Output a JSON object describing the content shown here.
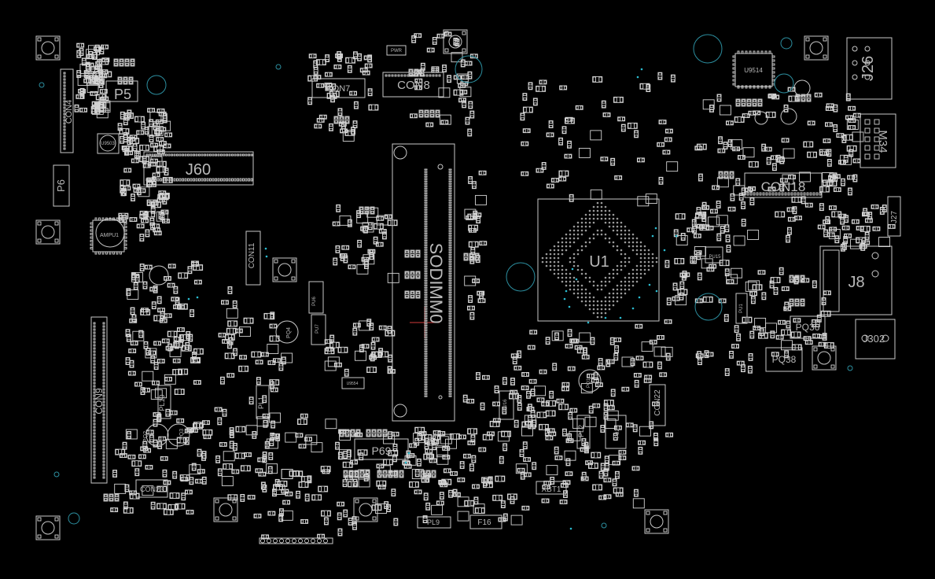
{
  "board": {
    "background": "#000000",
    "outline_color": "#c8c8c8",
    "pad_color": "#d4d4d4",
    "mount_hole_color": "#2c8fa0",
    "via_color": "#2bbcd0",
    "pin_one_color": "#d23a3a"
  },
  "labels": {
    "u1": "U1",
    "sodimm": "SODIMM0",
    "j60": "J60",
    "con18": "CON18",
    "con8": "CON8",
    "con7": "CON7",
    "con4": "CON4",
    "con9": "CON9",
    "con11": "CON11",
    "con22": "CON22",
    "con23": "CON23",
    "p5": "P5",
    "p6": "P6",
    "p69": "P69",
    "j26": "J26",
    "j27": "J27",
    "j8": "J8",
    "j302": "J302",
    "m34": "M34",
    "u9514": "U9514",
    "pq36": "PQ36",
    "pq38": "PQ38",
    "xbt1": "XBT1",
    "pl9": "PL9",
    "pl10": "PL10",
    "pl1": "PL1",
    "pl2": "PL2",
    "f16": "F16",
    "ampu1": "AMPU1",
    "u9503": "U9503",
    "pwr": "PWR",
    "pu15": "PU15",
    "pq3": "PQ3",
    "pq2": "PQ2",
    "pq4": "PQ4",
    "pu7": "PU7",
    "pu6": "PU6",
    "u9554": "U9554",
    "pq1": "PQ1",
    "pu2": "PU2",
    "pu1": "PU1",
    "pu16": "PU16"
  }
}
